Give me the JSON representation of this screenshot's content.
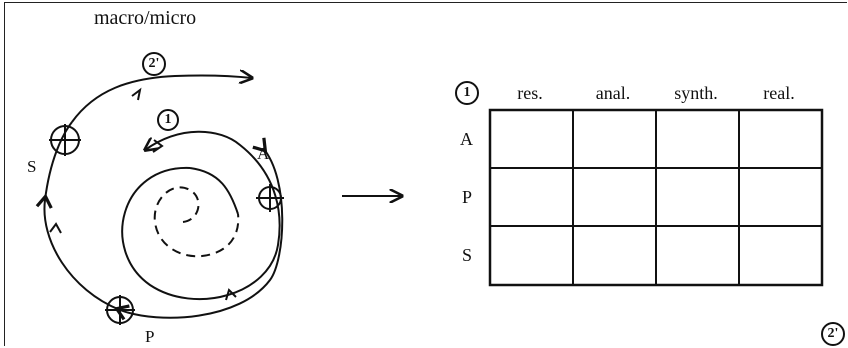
{
  "caption": "macro/micro",
  "spiral": {
    "markers": {
      "outer": "2'",
      "inner": "1"
    },
    "nodes": {
      "analysis": "A",
      "synthesis": "S",
      "planning": "P"
    }
  },
  "matrix": {
    "corner_marker": "1",
    "bottom_marker": "2'",
    "columns": [
      "res.",
      "anal.",
      "synth.",
      "real."
    ],
    "rows": [
      "A",
      "P",
      "S"
    ]
  },
  "colors": {
    "ink": "#111111",
    "frame": "#222222",
    "background": "#ffffff"
  }
}
